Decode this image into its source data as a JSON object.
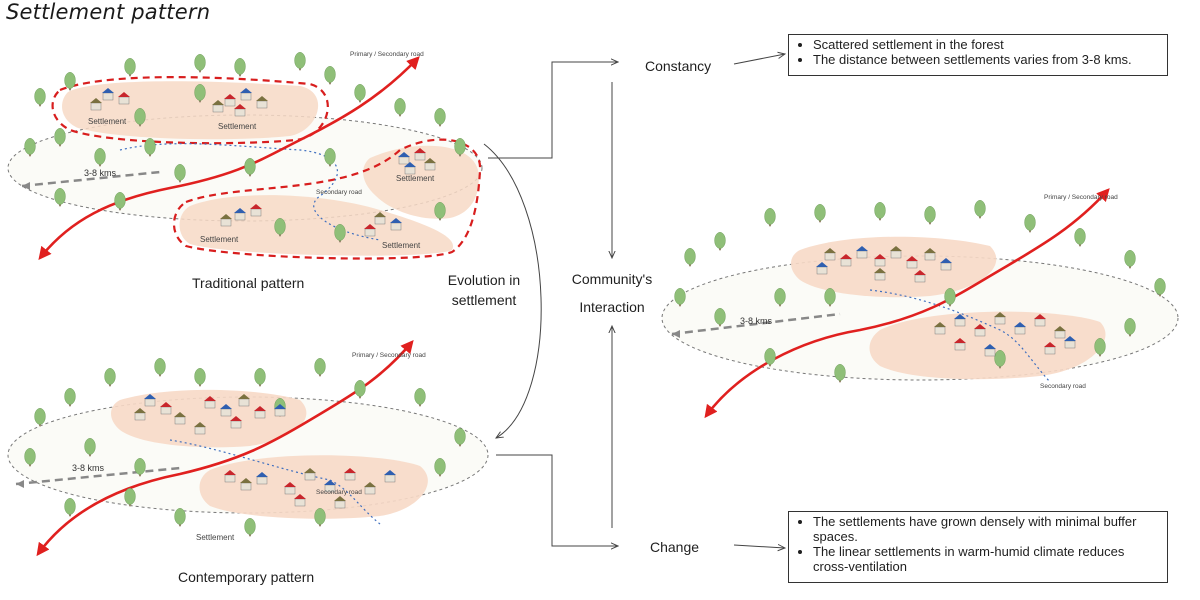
{
  "title": "Settlement pattern",
  "colors": {
    "road": "#e0201f",
    "settlement_fill": "#f7d9c6",
    "boundary_dash": "#d81e1e",
    "tree": "#8fbf78",
    "tree_dark": "#6e9e5a",
    "house_blue": "#2f5fb0",
    "house_red": "#c8262c",
    "house_olive": "#7a7140"
  },
  "labels": {
    "traditional": "Traditional pattern",
    "contemporary": "Contemporary pattern",
    "evolution": "Evolution in settlement",
    "constancy": "Constancy",
    "community": "Community's Interaction",
    "change": "Change"
  },
  "map_labels": {
    "primary_road": "Primary / Secondary road",
    "secondary_road": "Secondary road",
    "distance": "3-8 kms",
    "settlement": "Settlement"
  },
  "constancy_points": [
    "Scattered settlement in the forest",
    "The distance between settlements varies from 3-8 kms."
  ],
  "change_points": [
    "The settlements have grown densely with minimal buffer spaces.",
    "The linear settlements in warm-humid climate reduces cross-ventilation"
  ]
}
